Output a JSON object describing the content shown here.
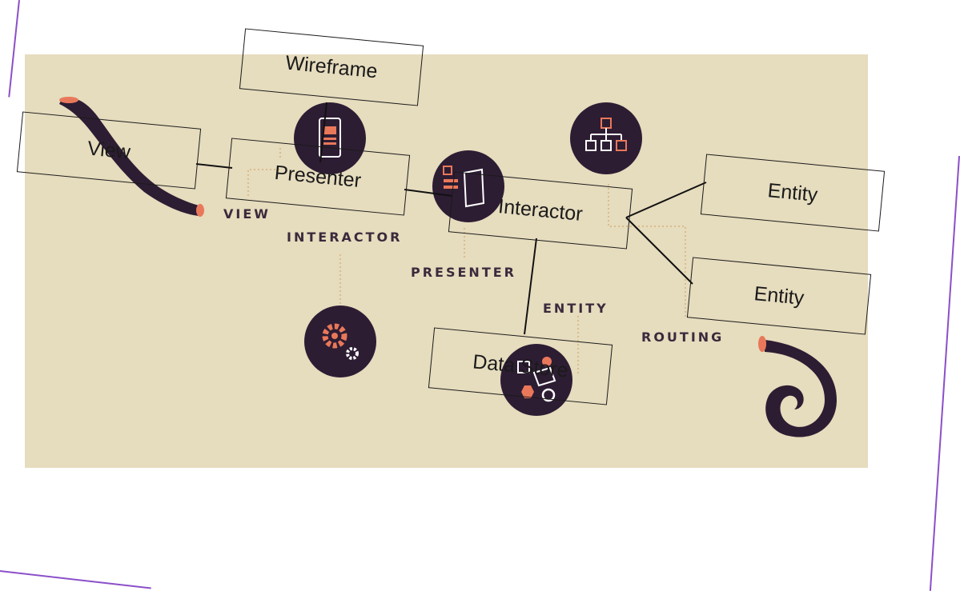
{
  "boxes": {
    "wireframe": "Wireframe",
    "view": "View",
    "presenter": "Presenter",
    "interactor": "Interactor",
    "entity_top": "Entity",
    "entity_bottom": "Entity",
    "data_store": "Data Store"
  },
  "background_labels": {
    "view": "VIEW",
    "interactor": "INTERACTOR",
    "presenter": "PRESENTER",
    "entity": "ENTITY",
    "routing": "ROUTING"
  },
  "icons": {
    "phone": "phone-icon",
    "sitemap": "sitemap-icon",
    "presenter": "document-icon",
    "gears": "gears-icon",
    "shapes": "shapes-icon"
  },
  "colors": {
    "panel": "#e6dcbe",
    "dark": "#2d1d33",
    "accent": "#e9785a",
    "frame": "#8b4fc9"
  }
}
